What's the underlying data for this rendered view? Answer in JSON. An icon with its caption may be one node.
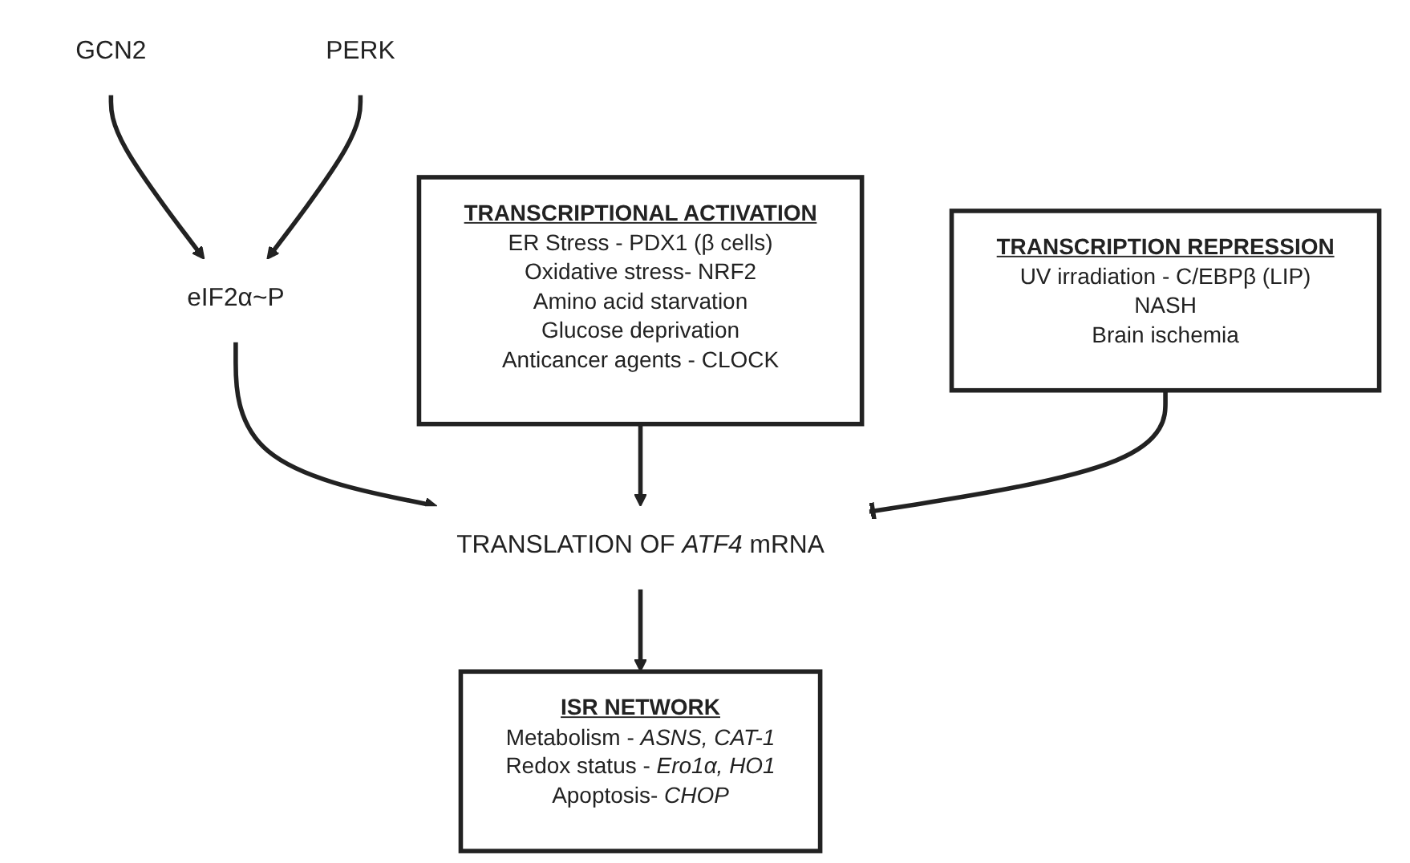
{
  "diagram": {
    "nodes": [
      {
        "text": [
          "GCN2"
        ]
      },
      {
        "text": [
          "PERK"
        ]
      },
      {
        "text": [
          "eIF2α~P"
        ]
      },
      {
        "text": [
          "TRANSCRIPTIONAL ACTIVATION",
          "ER Stress - PDX1 (β cells)",
          "Oxidative stress- NRF2",
          "Amino acid starvation",
          "Glucose deprivation",
          "Anticancer agents - CLOCK"
        ]
      },
      {
        "text": [
          "TRANSLATION OF *ATF4* mRNA"
        ]
      },
      {
        "text": [
          "TRANSCRIPTION REPRESSION",
          "UV irradiation - C/EBPβ (LIP)",
          "NASH",
          "Brain ischemia"
        ]
      },
      {
        "text": [
          "ISR NETWORK",
          "Metabolism - *ASNS, CAT-1*",
          "Redox status - *Ero1α, HO1*",
          "Apoptosis- *CHOP*"
        ]
      }
    ],
    "edges": [
      {
        "from": 0,
        "to": 2,
        "arrow": "to"
      },
      {
        "from": 1,
        "to": 2,
        "arrow": "to"
      },
      {
        "from": 2,
        "to": 4,
        "arrow": "to"
      },
      {
        "from": 3,
        "to": 4,
        "arrow": "to"
      },
      {
        "from": 5,
        "to": 4,
        "arrow": "other"
      },
      {
        "from": 4,
        "to": 6,
        "arrow": "to"
      }
    ]
  }
}
